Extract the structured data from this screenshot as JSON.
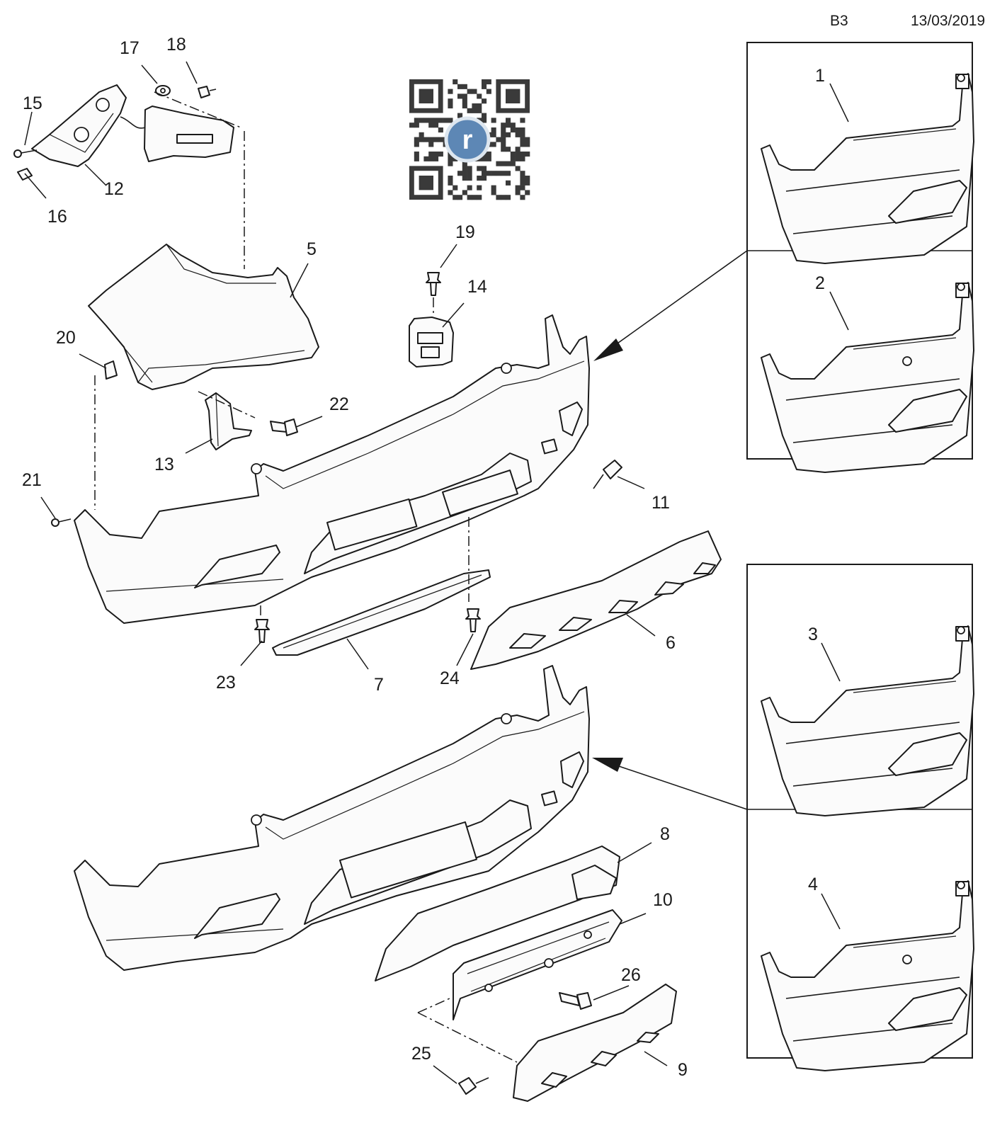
{
  "header": {
    "code": "B3",
    "date": "13/03/2019"
  },
  "callouts": [
    "1",
    "2",
    "3",
    "4",
    "5",
    "6",
    "7",
    "8",
    "9",
    "10",
    "11",
    "12",
    "13",
    "14",
    "15",
    "16",
    "17",
    "18",
    "19",
    "20",
    "21",
    "22",
    "23",
    "24",
    "25",
    "26"
  ],
  "logo": {
    "letter": "r"
  }
}
